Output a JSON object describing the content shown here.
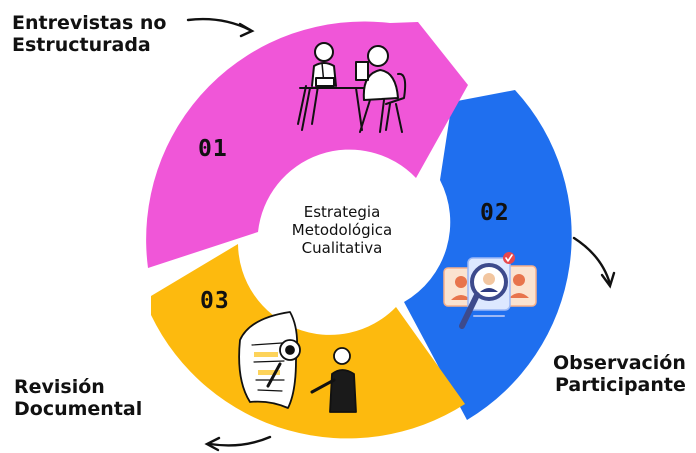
{
  "center": {
    "line1": "Estrategia",
    "line2": "Metodológica",
    "line3": "Cualitativa"
  },
  "steps": [
    {
      "number": "01",
      "title_line1": "Entrevistas no",
      "title_line2": "Estructurada",
      "color": "#F056D8",
      "icon": "interview-icon"
    },
    {
      "number": "02",
      "title_line1": "Observación",
      "title_line2": "Participante",
      "color": "#1F6FEF",
      "icon": "observation-icon"
    },
    {
      "number": "03",
      "title_line1": "Revisión",
      "title_line2": "Documental",
      "color": "#FDBA0E",
      "icon": "document-review-icon"
    }
  ]
}
